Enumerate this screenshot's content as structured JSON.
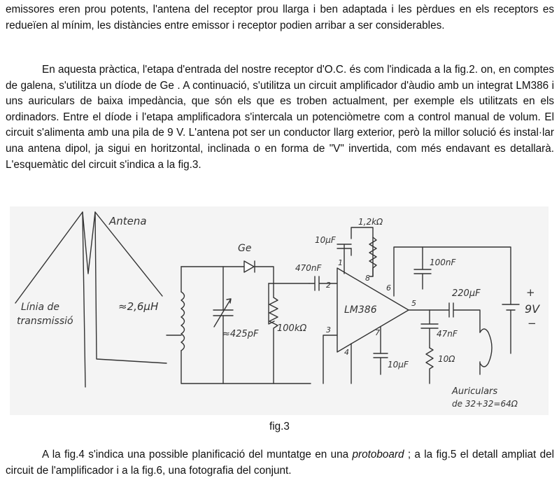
{
  "paragraphs": {
    "p1": "emissores eren prou potents, l'antena del receptor prou llarga i ben adaptada i les pèrdues en els receptors es redueïen al mínim, les distàncies entre emissor i receptor podien arribar a ser considerables.",
    "p2": "En aquesta pràctica, l'etapa d'entrada del nostre receptor d'O.C. és com l'indicada a la fig.2. on, en comptes de galena, s'utilitza un díode de Ge . A continuació, s'utilitza un circuit amplificador d'àudio amb un integrat  LM386  i uns auriculars de baixa impedància, que són els que es troben actualment, per exemple els utilitzats en els ordinadors. Entre el díode i l'etapa amplificadora s'intercala un potenciòmetre com a control manual de volum. El circuit s'alimenta amb una pila de   9 V. L'antena pot ser un conductor llarg exterior, però la millor solució és instal·lar una antena dipol, ja sigui en horitzontal, inclinada o en forma de \"V\" invertida, com més endavant es detallarà. L'esquemàtic del circuit s'indica a la fig.3.",
    "p3_part1": "A la  fig.4  s'indica una possible planificació del muntatge en una ",
    "p3_italic": "protoboard",
    "p3_part2": " ; a la fig.5 el detall ampliat del circuit de l'amplificador i a la fig.6, una fotografia del conjunt."
  },
  "figure": {
    "caption": "fig.3",
    "labels": {
      "antenna": "Antena",
      "line1": "Línia de",
      "line2": "transmissió",
      "coil": "≈2,6µH",
      "diode": "Ge",
      "cvar": "≈425pF",
      "pot": "100kΩ",
      "c470": "470nF",
      "c10top": "10µF",
      "r12": "1,2kΩ",
      "c100": "100nF",
      "c220": "220µF",
      "c47": "47nF",
      "r10": "10Ω",
      "c10bot": "10µF",
      "ic": "LM386",
      "pin2": "2",
      "pin3": "3",
      "pin4": "4",
      "pin5": "5",
      "pin6": "6",
      "pin7": "7",
      "pin8": "8",
      "pin1": "1",
      "plus": "+",
      "minus": "−",
      "battery": "9V",
      "phones1": "Auriculars",
      "phones2": "de 32+32=64Ω"
    }
  }
}
